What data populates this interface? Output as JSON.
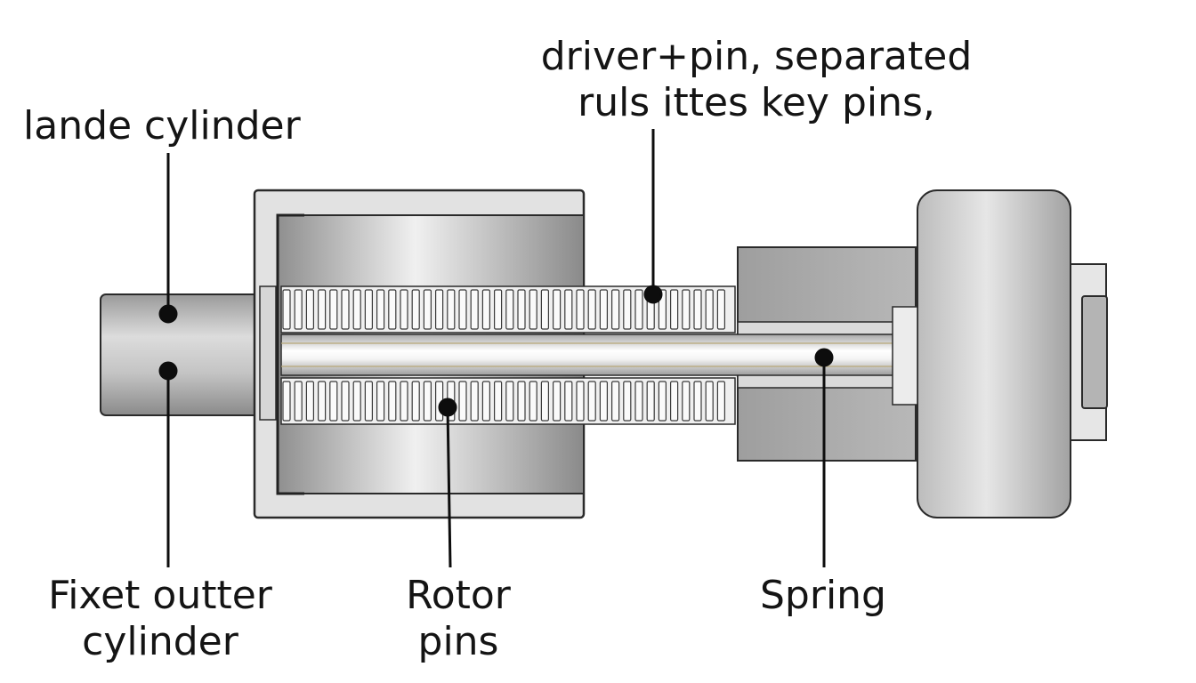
{
  "labels": {
    "inner_cylinder": "lande cylinder",
    "driver_pins": [
      "driver+pin, separated",
      "ruls ittes key pins,"
    ],
    "fixed_outer_cylinder": [
      "Fixet outter",
      "cylinder"
    ],
    "rotor_pins": [
      "Rotor",
      "pins"
    ],
    "spring": "Spring"
  },
  "colors": {
    "outline": "#2a2a2a",
    "metal_light": "#e4e4e4",
    "metal_mid": "#bdbdbd",
    "metal_dark": "#8c8c8c",
    "leader": "#0d0d0d"
  }
}
